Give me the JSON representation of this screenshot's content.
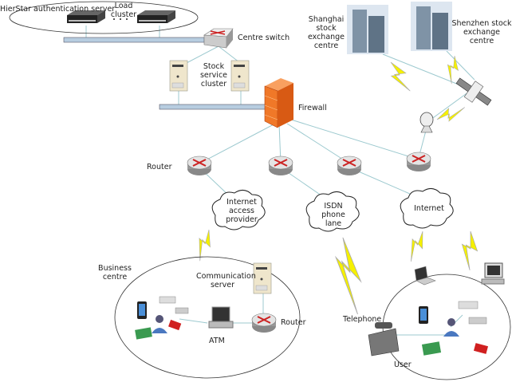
{
  "labels": {
    "auth_server": "HierStar authentication server",
    "load_cluster": "Load cluster",
    "centre_switch": "Centre switch",
    "stock_cluster": "Stock service cluster",
    "firewall": "Firewall",
    "shanghai": "Shanghai stock exchange centre",
    "shenzhen": "Shenzhen stock exchange centre",
    "router_top": "Router",
    "isp": "Internet access provider",
    "isdn": "ISDN phone lane",
    "internet": "Internet",
    "business_centre": "Business centre",
    "comm_server": "Communication server",
    "atm": "ATM",
    "router_bottom": "Router",
    "telephone": "Telephone",
    "user": "User"
  },
  "colors": {
    "link": "#9cc9cf",
    "bus": "#b7cde0",
    "lightning": "#f5f000",
    "firewall": "#f07828",
    "router": "#c8c8c8"
  }
}
